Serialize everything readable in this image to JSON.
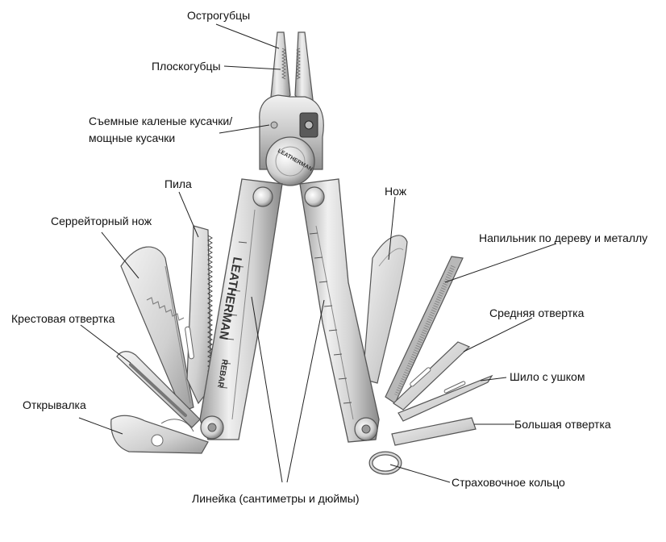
{
  "labels": {
    "needle_nose": "Острогубцы",
    "pliers": "Плоскогубцы",
    "cutters_line1": "Съемные каленые кусачки/",
    "cutters_line2": "мощные кусачки",
    "saw": "Пила",
    "serrated_knife": "Серрейторный нож",
    "phillips": "Крестовая отвертка",
    "opener": "Открывалка",
    "knife": "Нож",
    "file": "Напильник по дереву и металлу",
    "medium_screwdriver": "Средняя отвертка",
    "awl": "Шило с ушком",
    "large_screwdriver": "Большая отвертка",
    "lanyard_ring": "Страховочное кольцо",
    "ruler": "Линейка (сантиметры и дюймы)"
  },
  "tool_marking": {
    "brand": "LEATHERMAN",
    "model": "REBAR",
    "plate": "LEATHERMAN"
  },
  "colors": {
    "steel_light": "#e6e6e6",
    "steel_mid": "#bdbdbd",
    "steel_dark": "#7a7a7a",
    "outline": "#4a4a4a",
    "leader": "#222222"
  }
}
